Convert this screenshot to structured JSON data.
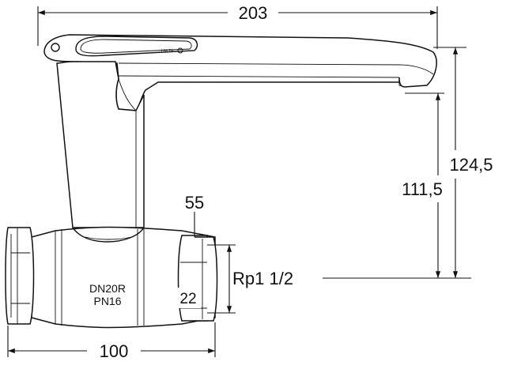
{
  "dimensions": {
    "overall_width": "203",
    "height_upper": "124,5",
    "height_lower": "111,5",
    "hex_nut": "55",
    "thread": "Rp1 1/2",
    "hex_end": "22",
    "body_length": "100"
  },
  "markings": {
    "nominal_size": "DN20R",
    "pressure": "PN16",
    "handle_text": "НМ ТА"
  }
}
